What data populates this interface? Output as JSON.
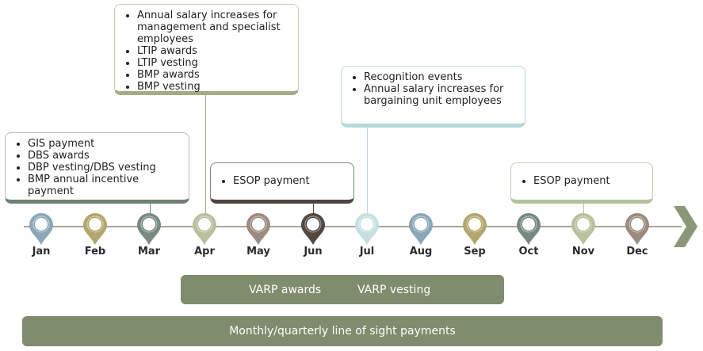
{
  "callouts": {
    "april": [
      "Annual salary increases for management and specialist employees",
      "LTIP awards",
      "LTIP vesting",
      "BMP awards",
      "BMP vesting"
    ],
    "july": [
      "Recognition events",
      "Annual salary increases for bargaining unit employees"
    ],
    "march": [
      "GIS payment",
      "DBS awards",
      "DBP vesting/DBS vesting",
      "BMP annual incentive payment"
    ],
    "june": [
      "ESOP payment"
    ],
    "november": [
      "ESOP payment"
    ]
  },
  "months": [
    {
      "label": "Jan",
      "color": "#8aa7b8"
    },
    {
      "label": "Feb",
      "color": "#b3a66c"
    },
    {
      "label": "Mar",
      "color": "#788a80"
    },
    {
      "label": "Apr",
      "color": "#b7c19c"
    },
    {
      "label": "May",
      "color": "#9b8b80"
    },
    {
      "label": "Jun",
      "color": "#524842"
    },
    {
      "label": "Jul",
      "color": "#c5e0e2"
    },
    {
      "label": "Aug",
      "color": "#8aa7b8"
    },
    {
      "label": "Sep",
      "color": "#b3a66c"
    },
    {
      "label": "Oct",
      "color": "#788a80"
    },
    {
      "label": "Nov",
      "color": "#b7c19c"
    },
    {
      "label": "Dec",
      "color": "#9b8b80"
    }
  ],
  "bars": {
    "varp_awards": "VARP awards",
    "varp_vesting": "VARP vesting",
    "line_of_sight": "Monthly/quarterly line of sight payments"
  },
  "colors": {
    "bar_fill": "#7f8c6e",
    "arrow_fill": "#8a9878"
  }
}
